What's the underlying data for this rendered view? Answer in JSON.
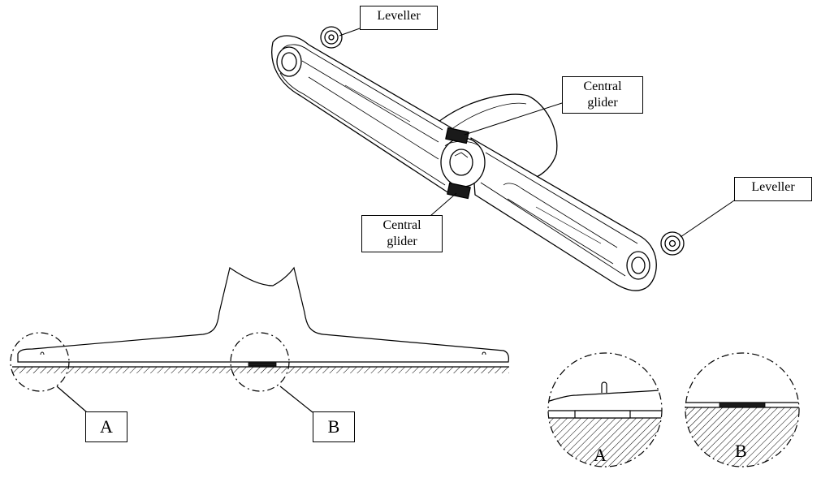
{
  "labels": {
    "leveller_top": "Leveller",
    "central_glider_top_line1": "Central",
    "central_glider_top_line2": "glider",
    "central_glider_bottom_line1": "Central",
    "central_glider_bottom_line2": "glider",
    "leveller_right": "Leveller"
  },
  "details": {
    "a_box": "A",
    "b_box": "B",
    "a_caption": "A",
    "b_caption": "B"
  },
  "colors": {
    "line": "#000000",
    "background": "#ffffff",
    "glider_fill": "#1a1a1a"
  }
}
